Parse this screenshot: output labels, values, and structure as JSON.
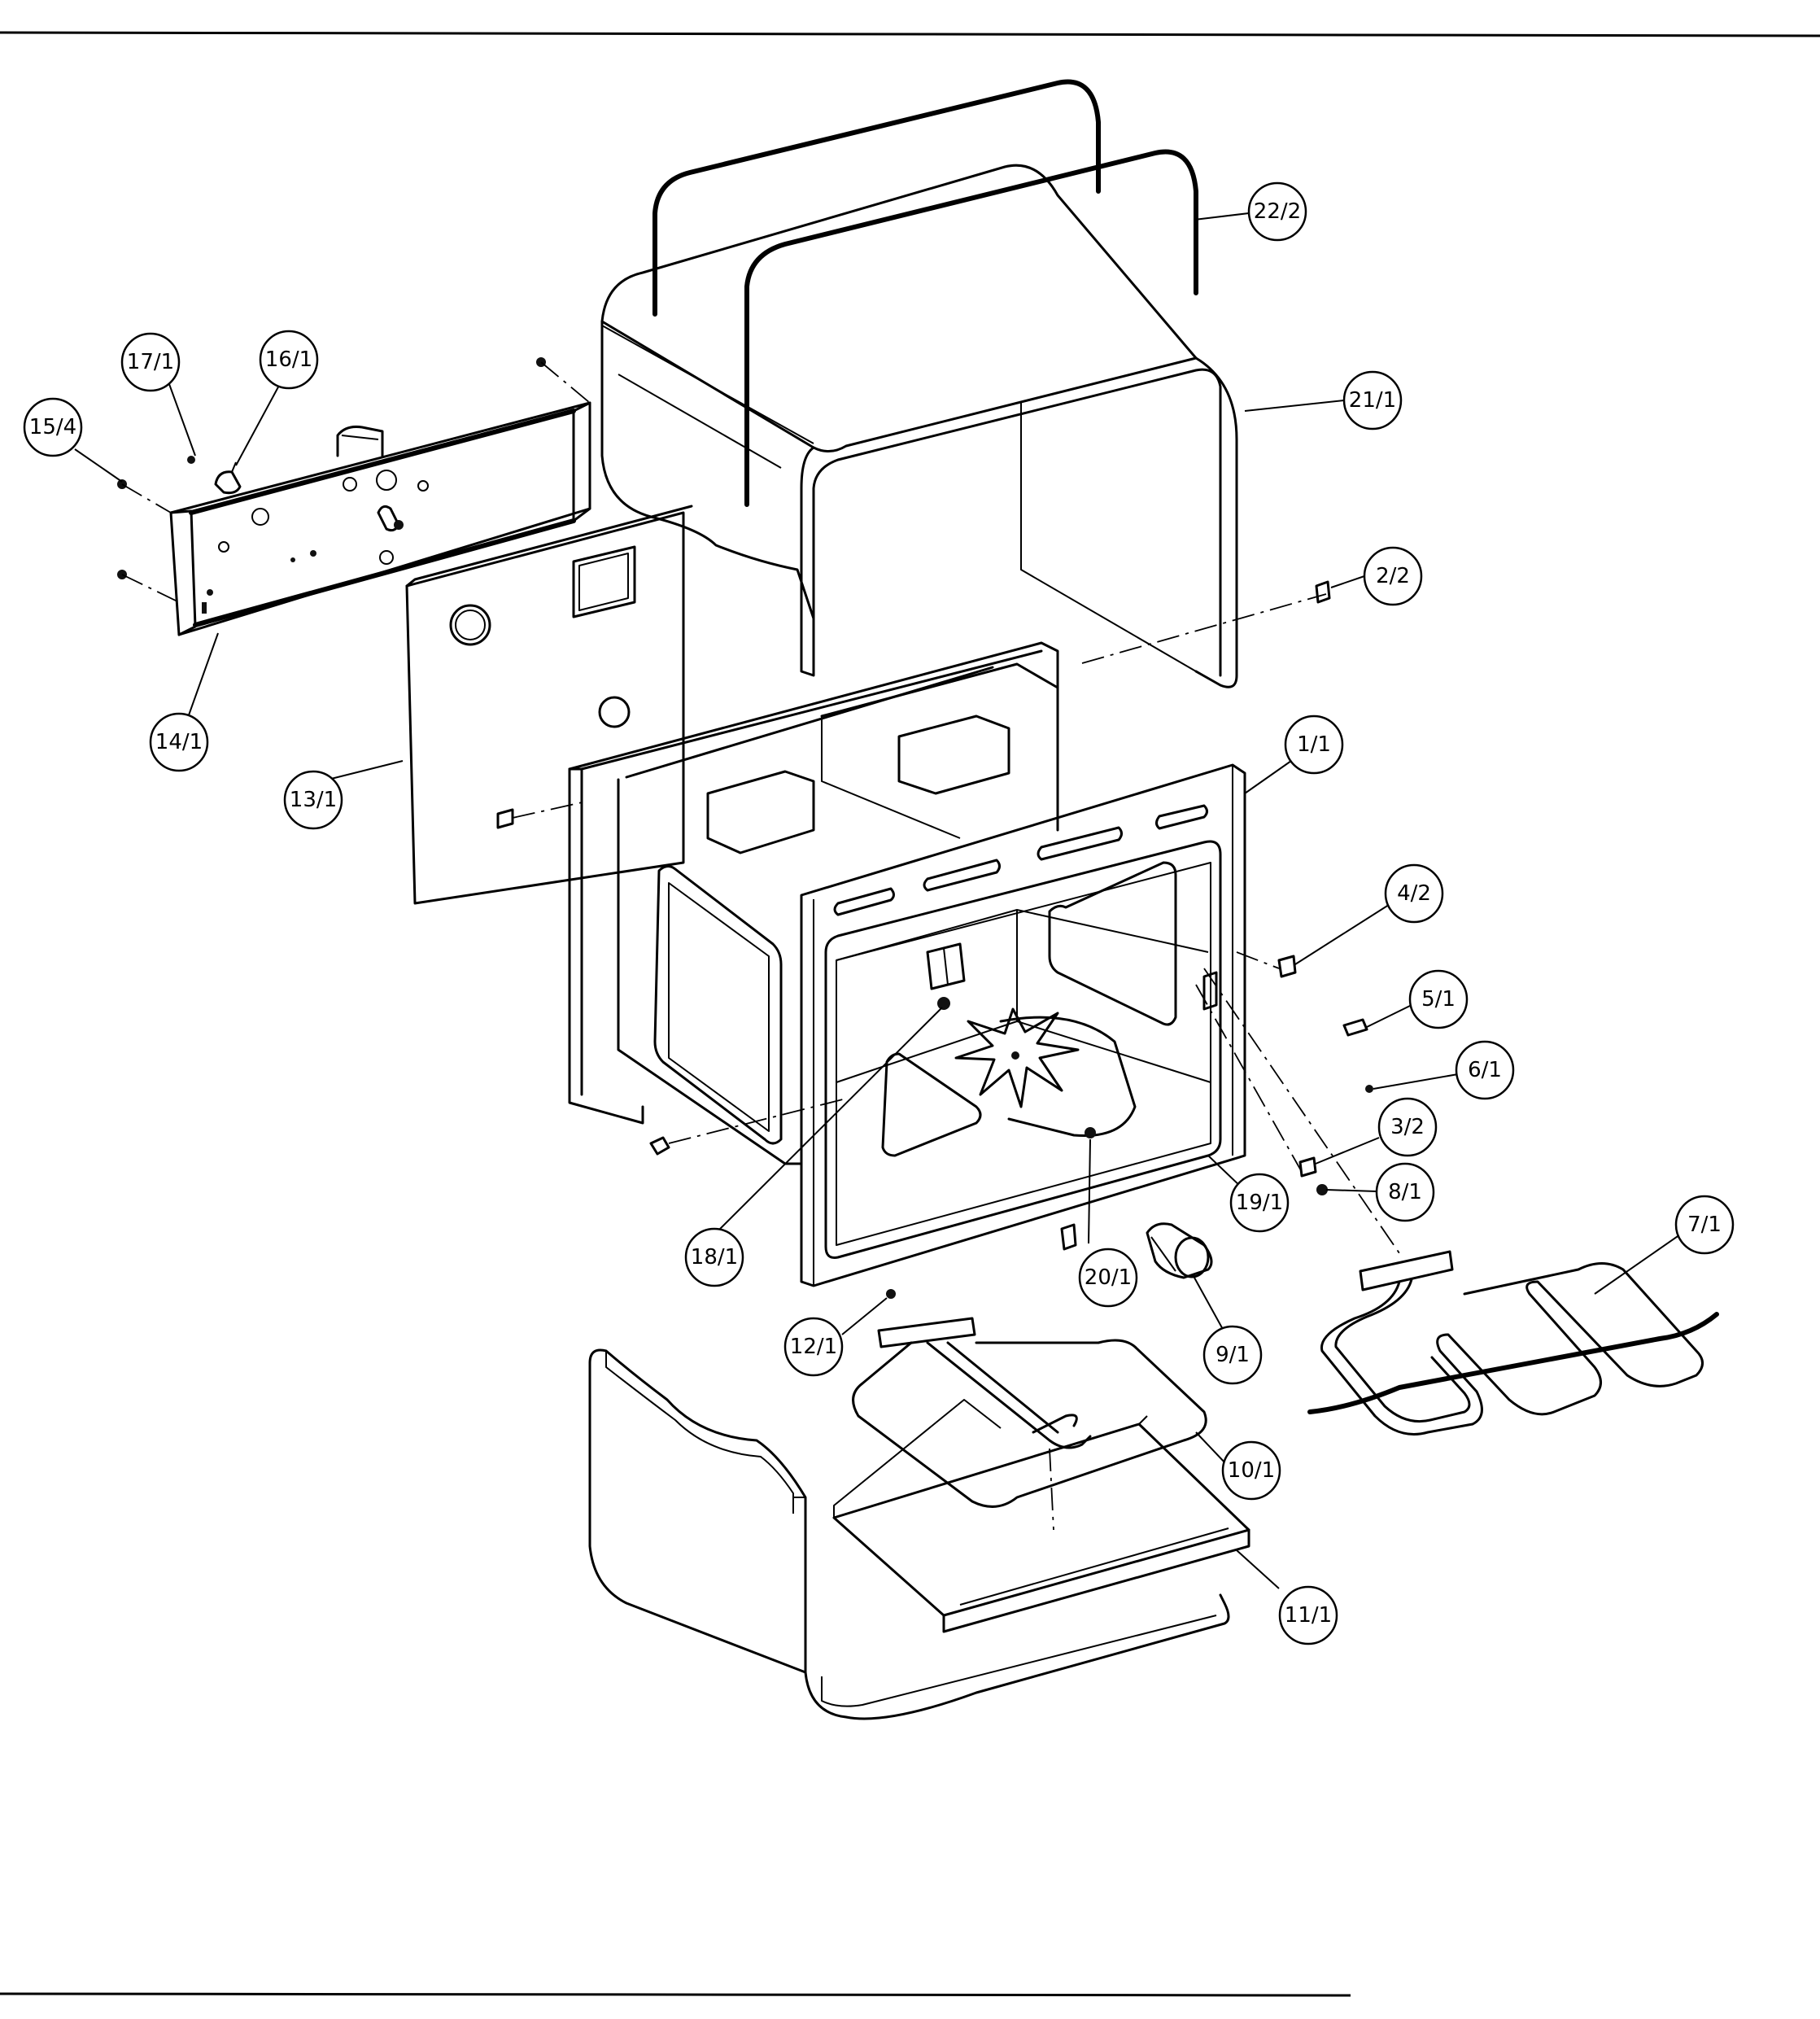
{
  "diagram": {
    "parts": [
      {
        "id": "p22",
        "label": "22/2"
      },
      {
        "id": "p21",
        "label": "21/1"
      },
      {
        "id": "p2",
        "label": "2/2"
      },
      {
        "id": "p17",
        "label": "17/1"
      },
      {
        "id": "p16",
        "label": "16/1"
      },
      {
        "id": "p15",
        "label": "15/4"
      },
      {
        "id": "p14",
        "label": "14/1"
      },
      {
        "id": "p13",
        "label": "13/1"
      },
      {
        "id": "p1",
        "label": "1/1"
      },
      {
        "id": "p4",
        "label": "4/2"
      },
      {
        "id": "p5",
        "label": "5/1"
      },
      {
        "id": "p6",
        "label": "6/1"
      },
      {
        "id": "p3",
        "label": "3/2"
      },
      {
        "id": "p8",
        "label": "8/1"
      },
      {
        "id": "p19",
        "label": "19/1"
      },
      {
        "id": "p18",
        "label": "18/1"
      },
      {
        "id": "p20",
        "label": "20/1"
      },
      {
        "id": "p7",
        "label": "7/1"
      },
      {
        "id": "p12",
        "label": "12/1"
      },
      {
        "id": "p9",
        "label": "9/1"
      },
      {
        "id": "p10",
        "label": "10/1"
      },
      {
        "id": "p11",
        "label": "11/1"
      }
    ]
  }
}
